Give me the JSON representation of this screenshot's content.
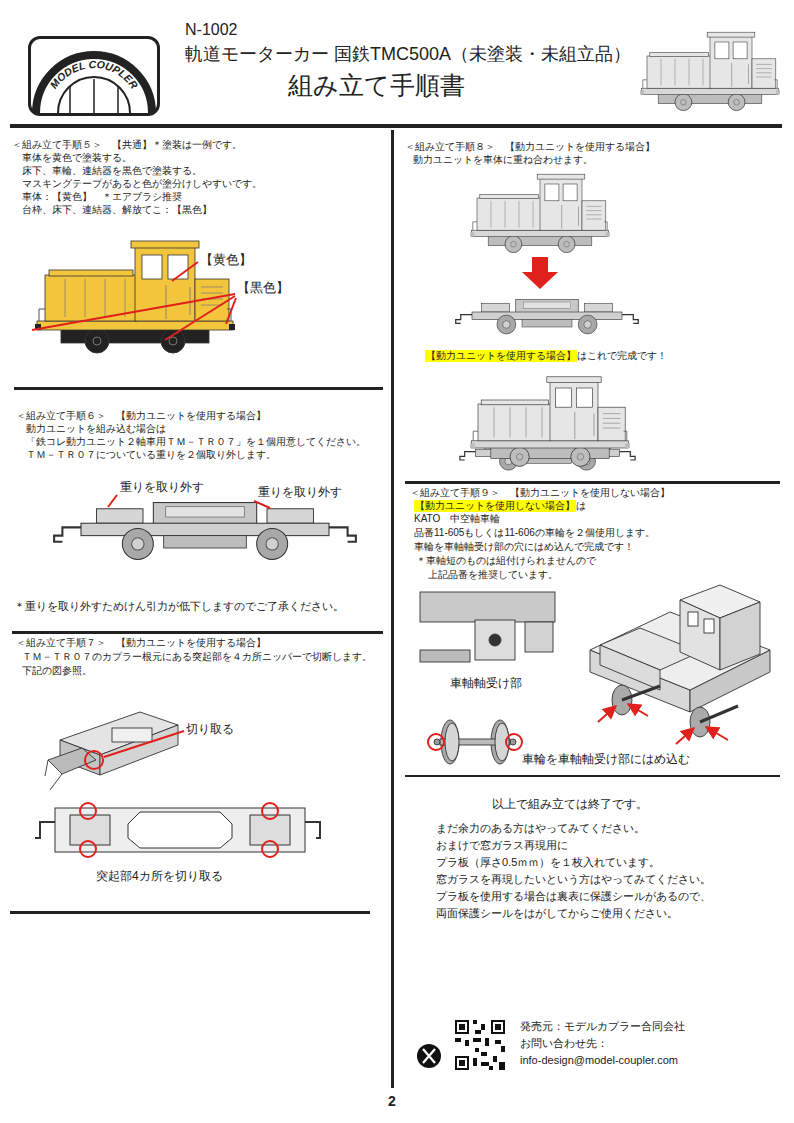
{
  "diagram": {
    "title": "組み立て手順書",
    "nodes": [
      {
        "text": [
          "MODEL COUPLER"
        ]
      },
      {
        "text": [
          "【動力ユニットを使用する場合】"
        ]
      },
      {
        "text": [
          "【動力ユニットを使用しない場合】"
        ]
      }
    ],
    "labels": [
      "N-1002",
      "軌道モーターカー 国鉄TMC500A（未塗装・未組立品）",
      "＜組み立て手順５＞　【共通】＊塗装は一例です。",
      "車体を黄色で塗装する。",
      "床下、車輪、連結器を黒色で塗装する。",
      "マスキングテープがあると色が塗分けしやすいです。",
      "車体：【黄色】　＊エアブラシ推奨",
      "台枠、床下、連結器、解放てこ：【黒色】",
      "【黄色】",
      "【黒色】",
      "＜組み立て手順６＞　【動力ユニットを使用する場合】",
      "動力ユニットを組み込む場合は",
      "「鉄コレ動力ユニット２軸車用ＴＭ－ＴＲ０７」を１個用意してください。",
      "ＴＭ－ＴＲ０７についている重りを２個取り外します。",
      "重りを取り外す",
      "重りを取り外す",
      "＊重りを取り外すためけん引力が低下しますのでご了承ください。",
      "＜組み立て手順７＞　【動力ユニットを使用する場合】",
      "ＴＭ－ＴＲ０７のカプラー根元にある突起部を４カ所ニッパーで切断します。",
      "下記の図参照。",
      "切り取る",
      "突起部4カ所を切り取る",
      "＜組み立て手順８＞　【動力ユニットを使用する場合】",
      "動力ユニットを車体に重ね合わせます。",
      "はこれで完成です！",
      "＜組み立て手順９＞　【動力ユニットを使用しない場合】",
      "は",
      "KATO　中空軸車輪",
      "品番11-605もしくは11-606の車輪を２個使用します。",
      "車輪を車軸軸受け部の穴にはめ込んで完成です！",
      "＊車軸短のものは組付けられませんので",
      "上記品番を推奨しています。",
      "車軸軸受け部",
      "車輪を車軸軸受け部にはめ込む",
      "以上で組み立ては終了です。",
      "まだ余力のある方はやってみてください。",
      "おまけで窓ガラス再現用に",
      "プラ板（厚さ0.5ｍｍ）を１枚入れています。",
      "窓ガラスを再現したいという方はやってみてください。",
      "プラ板を使用する場合は裏表に保護シールがあるので、",
      "両面保護シールをはがしてからご使用ください。",
      "発売元：モデルカプラー合同会社",
      "お問い合わせ先：",
      "info-design@model-coupler.com",
      "2"
    ]
  }
}
